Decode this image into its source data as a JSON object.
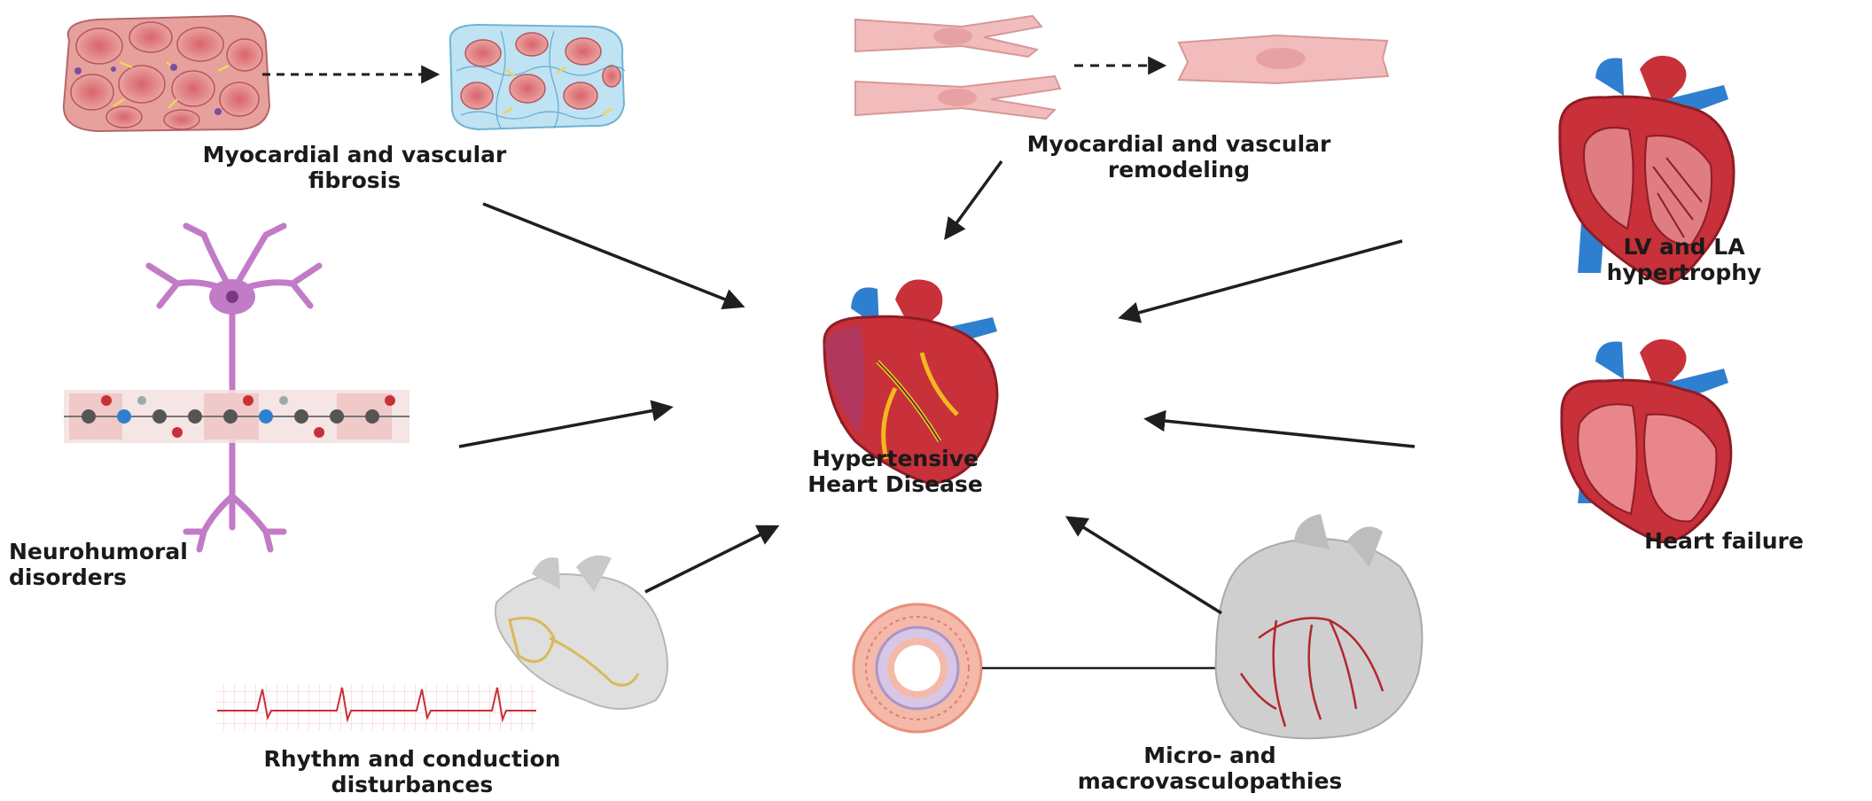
{
  "center": {
    "line1": "Hypertensive",
    "line2": "Heart Disease"
  },
  "nodes": {
    "fibrosis": {
      "line1": "Myocardial and vascular",
      "line2": "fibrosis"
    },
    "remodeling": {
      "line1": "Myocardial and vascular",
      "line2": "remodeling"
    },
    "hypertrophy": {
      "line1": "LV and LA",
      "line2": "hypertrophy"
    },
    "neurohumoral": {
      "line1": "Neurohumoral",
      "line2": "disorders"
    },
    "heart_failure": {
      "line1": "Heart failure"
    },
    "rhythm": {
      "line1": "Rhythm and conduction",
      "line2": "disturbances"
    },
    "vasculopathies": {
      "line1": "Micro- and",
      "line2": "macrovasculopathies"
    }
  },
  "colors": {
    "arrow": "#1f1f1f",
    "heart_red": "#c8303a",
    "heart_dark": "#8e1d25",
    "vessel_blue": "#2f7fd0",
    "cell_pink": "#e9a2a0",
    "fibrosis_blue": "#bfe3f2",
    "neuron_purple": "#c27bc7",
    "grey_heart": "#c9c9c9"
  },
  "icons": [
    "fibrosis-tissue-icon",
    "myocyte-remodeling-icon",
    "hypertrophy-heart-icon",
    "neuron-icon",
    "failing-heart-icon",
    "ecg-heart-icon",
    "vessel-cross-section-icon",
    "coronary-heart-icon",
    "central-heart-icon"
  ]
}
